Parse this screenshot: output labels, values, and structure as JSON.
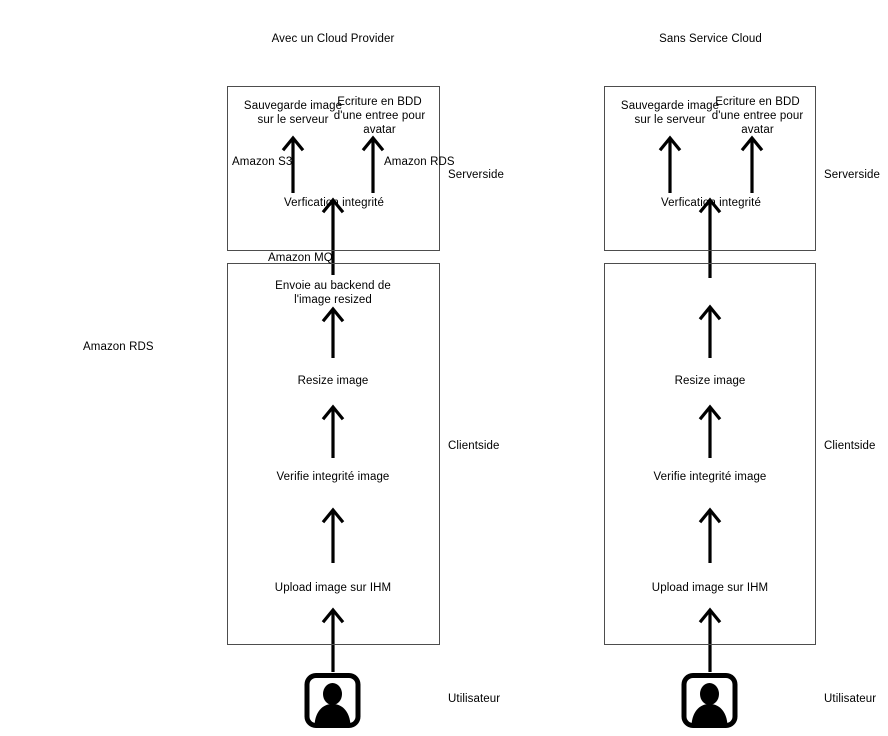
{
  "diagram": {
    "title_left": "Avec un Cloud Provider",
    "title_right": "Sans Service Cloud",
    "stray_label": "Amazon RDS"
  },
  "columns": [
    {
      "id": "cloud-provider",
      "title": "Avec un Cloud Provider",
      "side_labels": {
        "serverside": "Serverside",
        "clientside": "Clientside",
        "actor": "Utilisateur"
      },
      "serverside": {
        "steps": [
          {
            "text": "Sauvegarde image\nsur le serveur"
          },
          {
            "text": "Ecriture en BDD\nd'une entree pour\navatar"
          },
          {
            "text": "Verfication integrité"
          }
        ],
        "edge_labels": [
          {
            "text": "Amazon S3"
          },
          {
            "text": "Amazon RDS"
          }
        ]
      },
      "clientside": {
        "steps": [
          {
            "text": "Envoie au backend de\nl'image resized"
          },
          {
            "text": "Resize image"
          },
          {
            "text": "Verifie integrité image"
          },
          {
            "text": "Upload image sur IHM"
          }
        ]
      },
      "connector_label": "Amazon MQ",
      "actor": {
        "icon": "user-avatar-icon",
        "label": "Utilisateur"
      }
    },
    {
      "id": "no-cloud-service",
      "title": "Sans Service Cloud",
      "side_labels": {
        "serverside": "Serverside",
        "clientside": "Clientside",
        "actor": "Utilisateur"
      },
      "serverside": {
        "steps": [
          {
            "text": "Sauvegarde image\nsur le serveur"
          },
          {
            "text": "Ecriture en BDD\nd'une entree pour\navatar"
          },
          {
            "text": "Verfication integrité"
          }
        ],
        "edge_labels": []
      },
      "clientside": {
        "steps": [
          {
            "text": "Resize image"
          },
          {
            "text": "Verifie integrité image"
          },
          {
            "text": "Upload image sur IHM"
          }
        ]
      },
      "connector_label": "",
      "actor": {
        "icon": "user-avatar-icon",
        "label": "Utilisateur"
      }
    }
  ],
  "colors": {
    "stroke": "#000000",
    "box_border": "#4d4d4d",
    "text": "#000000",
    "background": "#ffffff"
  }
}
